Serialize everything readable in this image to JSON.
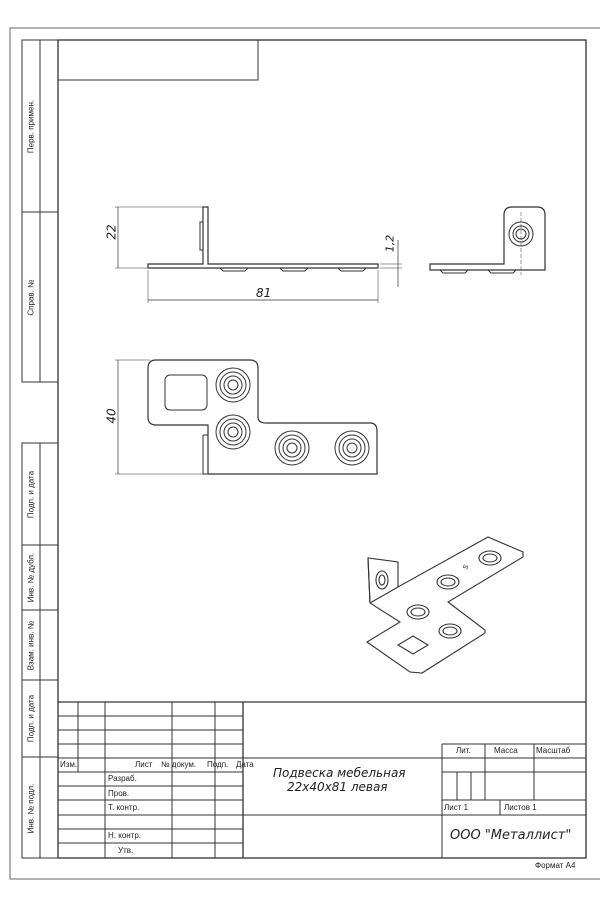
{
  "drawing": {
    "dimensions": {
      "height_leg": "22",
      "length": "81",
      "thickness": "1,2",
      "width": "40"
    },
    "stamp_mark": "S"
  },
  "side_strip": [
    "Перв. примен.",
    "Справ. №",
    "Подп. и дата",
    "Инв. № дубл.",
    "Взам. инв. №",
    "Подп. и дата",
    "Инв. № подл."
  ],
  "title_block": {
    "headers": {
      "izm": "Изм.",
      "list": "Лист",
      "doc": "№ докум.",
      "sign": "Подп.",
      "date": "Дата"
    },
    "roles": [
      "Разраб.",
      "Пров.",
      "Т. контр.",
      "",
      "Н. контр.",
      "Утв."
    ],
    "name_line1": "Подвеска мебельная",
    "name_line2": "22х40х81 левая",
    "lit": "Лит.",
    "mass": "Масса",
    "scale": "Масштаб",
    "sheet": "Лист 1",
    "sheets": "Листов 1",
    "company": "ООО \"Металлист\""
  },
  "format": "Формат А4"
}
